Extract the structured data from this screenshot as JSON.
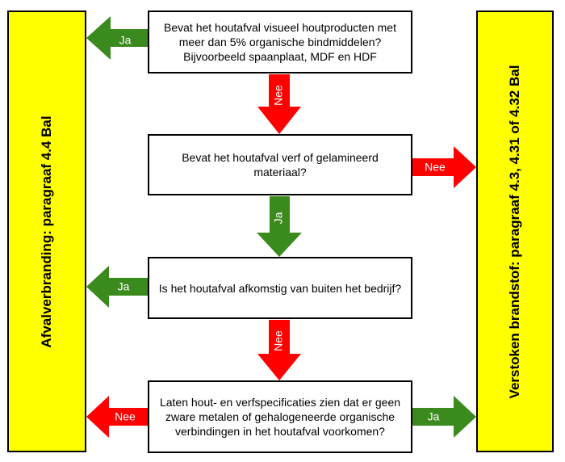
{
  "left_panel": {
    "label": "Afvalverbranding: paragraaf 4.4 Bal",
    "color": "#ffff00"
  },
  "right_panel": {
    "label": "Verstoken brandstof: paragraaf 4.3, 4.31 of 4.32 Bal",
    "color": "#ffff00"
  },
  "questions": [
    "Bevat het houtafval visueel houtproducten met meer dan 5% organische bindmiddelen? Bijvoorbeeld spaanplaat, MDF en HDF",
    "Bevat het houtafval verf of gelamineerd materiaal?",
    "Is het houtafval afkomstig van buiten het bedrijf?",
    "Laten hout- en verfspecificaties zien dat er geen zware metalen of gehalogeneerde organische verbindingen in het houtafval voorkomen?"
  ],
  "labels": {
    "yes": "Ja",
    "no": "Nee"
  },
  "colors": {
    "yes": "#3a8a1e",
    "no": "#ff0000",
    "arrow_text": "#ffffff"
  }
}
